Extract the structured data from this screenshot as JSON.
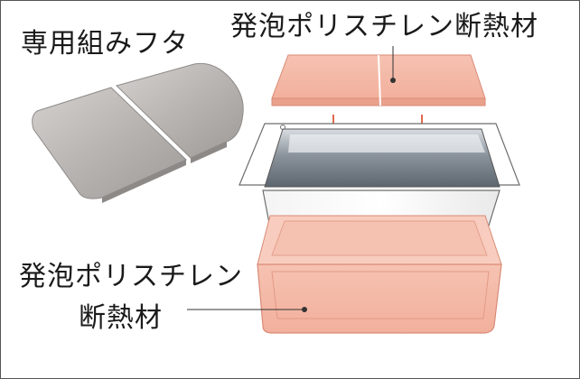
{
  "labels": {
    "lid": "専用組みフタ",
    "insulation_top": "発泡ポリスチレン断熱材",
    "insulation_bottom_line1": "発泡ポリスチレン",
    "insulation_bottom_line2": "断熱材"
  },
  "colors": {
    "insulation_fill": "#f2b2a0",
    "insulation_stroke": "#d98a75",
    "arrow": "#e06a4c",
    "lid_fill": "#b9b5b3",
    "tub_stroke": "#6e6e6e"
  }
}
